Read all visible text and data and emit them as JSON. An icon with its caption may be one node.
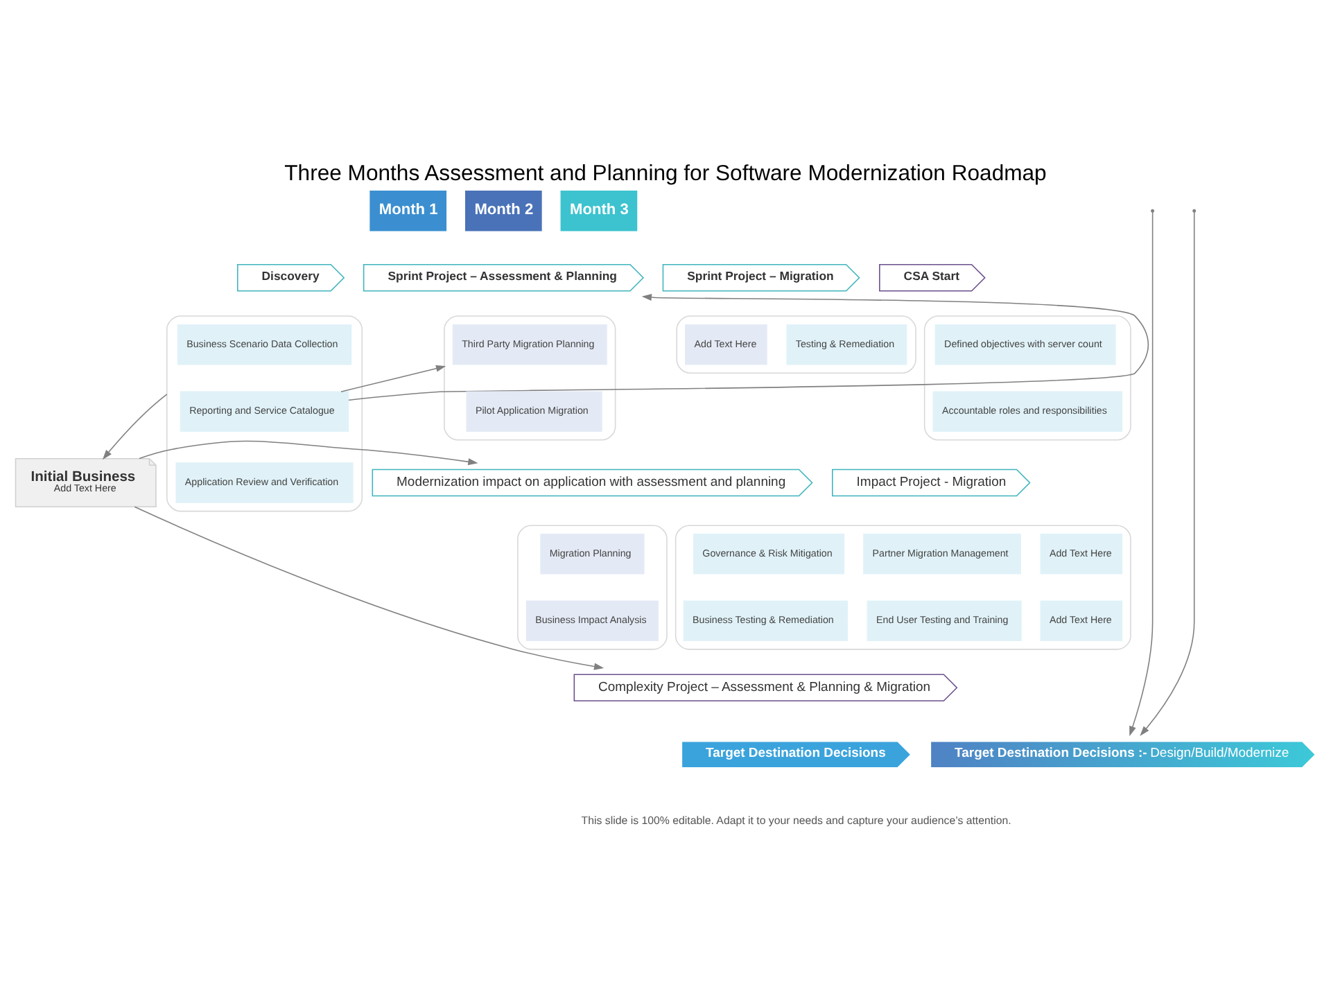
{
  "diagram": {
    "title": "Three Months Assessment and Planning for Software Modernization Roadmap",
    "caption": "This slide is 100% editable. Adapt it to your needs and capture your audience’s attention.",
    "nodes": [
      {
        "text": [
          "Month 1"
        ]
      },
      {
        "text": [
          "Month 2"
        ]
      },
      {
        "text": [
          "Month 3"
        ]
      },
      {
        "text": [
          "Discovery"
        ]
      },
      {
        "text": [
          "Sprint Project – Assessment & Planning"
        ]
      },
      {
        "text": [
          "Sprint Project – Migration"
        ]
      },
      {
        "text": [
          "CSA Start"
        ]
      },
      {
        "text": [],
        "shape": "box"
      },
      {
        "text": [
          "Business Scenario Data Collection"
        ],
        "in": 7
      },
      {
        "text": [
          "Reporting and Service Catalogue"
        ],
        "in": 7
      },
      {
        "text": [
          "Application Review and Verification"
        ],
        "in": 7
      },
      {
        "text": [],
        "shape": "box"
      },
      {
        "text": [
          "Third Party Migration Planning"
        ],
        "in": 11
      },
      {
        "text": [
          "Pilot Application Migration"
        ],
        "in": 11
      },
      {
        "text": [],
        "shape": "box"
      },
      {
        "text": [
          "Add Text Here"
        ],
        "in": 14
      },
      {
        "text": [
          "Testing & Remediation"
        ],
        "in": 14
      },
      {
        "text": [],
        "shape": "box"
      },
      {
        "text": [
          "Defined objectives with server count"
        ],
        "in": 17
      },
      {
        "text": [
          "Accountable roles and responsibilities"
        ],
        "in": 17
      },
      {
        "text": [
          "Modernization impact on application with assessment and planning"
        ]
      },
      {
        "text": [
          "Impact Project - Migration"
        ]
      },
      {
        "text": [
          "Initial Business",
          "Add Text Here"
        ]
      },
      {
        "text": [],
        "shape": "box"
      },
      {
        "text": [
          "Migration Planning"
        ],
        "in": 23
      },
      {
        "text": [
          "Business Impact Analysis"
        ],
        "in": 23
      },
      {
        "text": [],
        "shape": "box"
      },
      {
        "text": [
          "Governance & Risk Mitigation"
        ],
        "in": 26
      },
      {
        "text": [
          "Partner Migration Management"
        ],
        "in": 26
      },
      {
        "text": [
          "Add Text Here"
        ],
        "in": 26
      },
      {
        "text": [
          "Business Testing & Remediation"
        ],
        "in": 26
      },
      {
        "text": [
          "End User Testing and Training"
        ],
        "in": 26
      },
      {
        "text": [
          "Add Text Here"
        ],
        "in": 26
      },
      {
        "text": [
          "Complexity Project – Assessment & Planning & Migration"
        ]
      },
      {
        "text": [
          "Target Destination Decisions"
        ]
      },
      {
        "text": [
          "**Target Destination Decisions :-** Design/Build/Modernize"
        ]
      }
    ],
    "edges": [
      {
        "from": 9,
        "to": 4,
        "arrow": "to"
      },
      {
        "from": 9,
        "to": 11,
        "arrow": "to"
      },
      {
        "from": 7,
        "to": 22,
        "arrow": "to"
      },
      {
        "from": 22,
        "to": 20,
        "arrow": "to"
      },
      {
        "from": 22,
        "to": 33,
        "arrow": "to"
      },
      {
        "from": null,
        "to": 35,
        "arrow": "to"
      },
      {
        "from": null,
        "to": 35,
        "arrow": "to"
      }
    ]
  }
}
